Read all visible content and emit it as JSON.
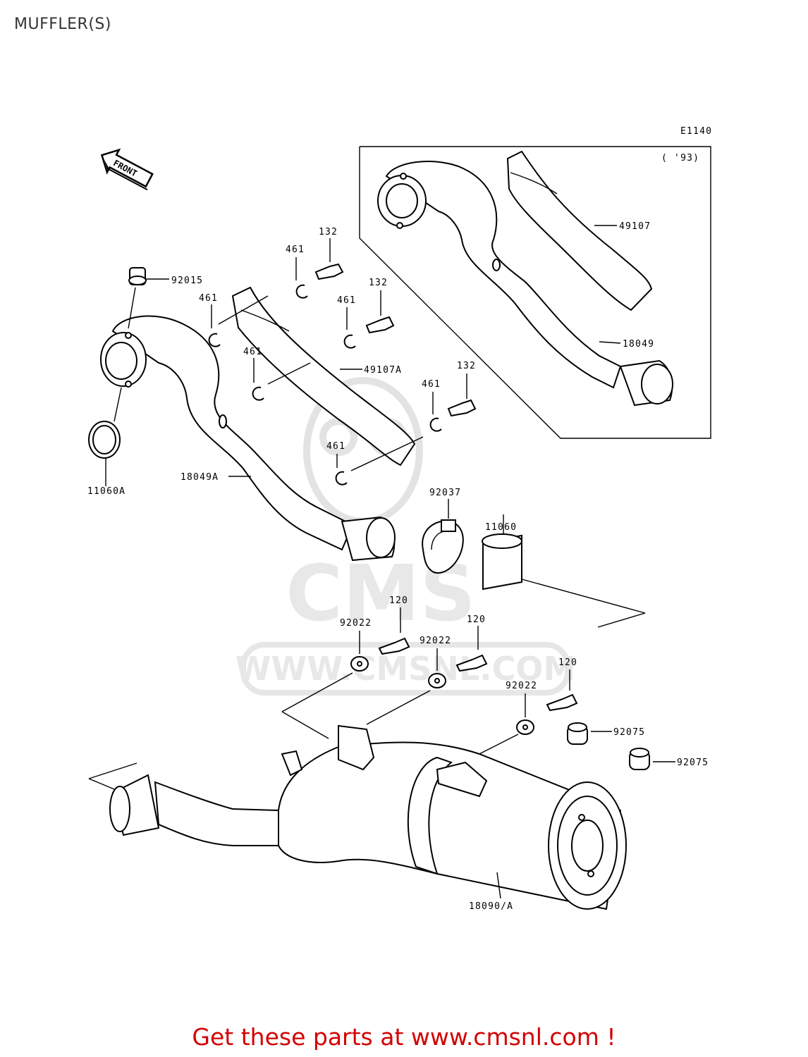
{
  "page": {
    "title": "MUFFLER(S)",
    "diagram_code": "E1140",
    "inset_year": "( '93)",
    "front_arrow_label": "FRONT",
    "watermark": {
      "text": "WWW.CMSNL.COM",
      "logo_text": "CMS"
    },
    "footer": "Get these parts at www.cmsnl.com !"
  },
  "parts": {
    "p132a": "132",
    "p132b": "132",
    "p132c": "132",
    "p461a": "461",
    "p461b": "461",
    "p461c": "461",
    "p461d": "461",
    "p461e": "461",
    "p461f": "461",
    "p92015": "92015",
    "p49107a": "49107A",
    "p11060a": "11060A",
    "p18049a": "18049A",
    "p49107": "49107",
    "p18049": "18049",
    "p92037": "92037",
    "p11060": "11060",
    "p120a": "120",
    "p120b": "120",
    "p120c": "120",
    "p92022a": "92022",
    "p92022b": "92022",
    "p92022c": "92022",
    "p92075a": "92075",
    "p92075b": "92075",
    "p18090a": "18090/A"
  }
}
